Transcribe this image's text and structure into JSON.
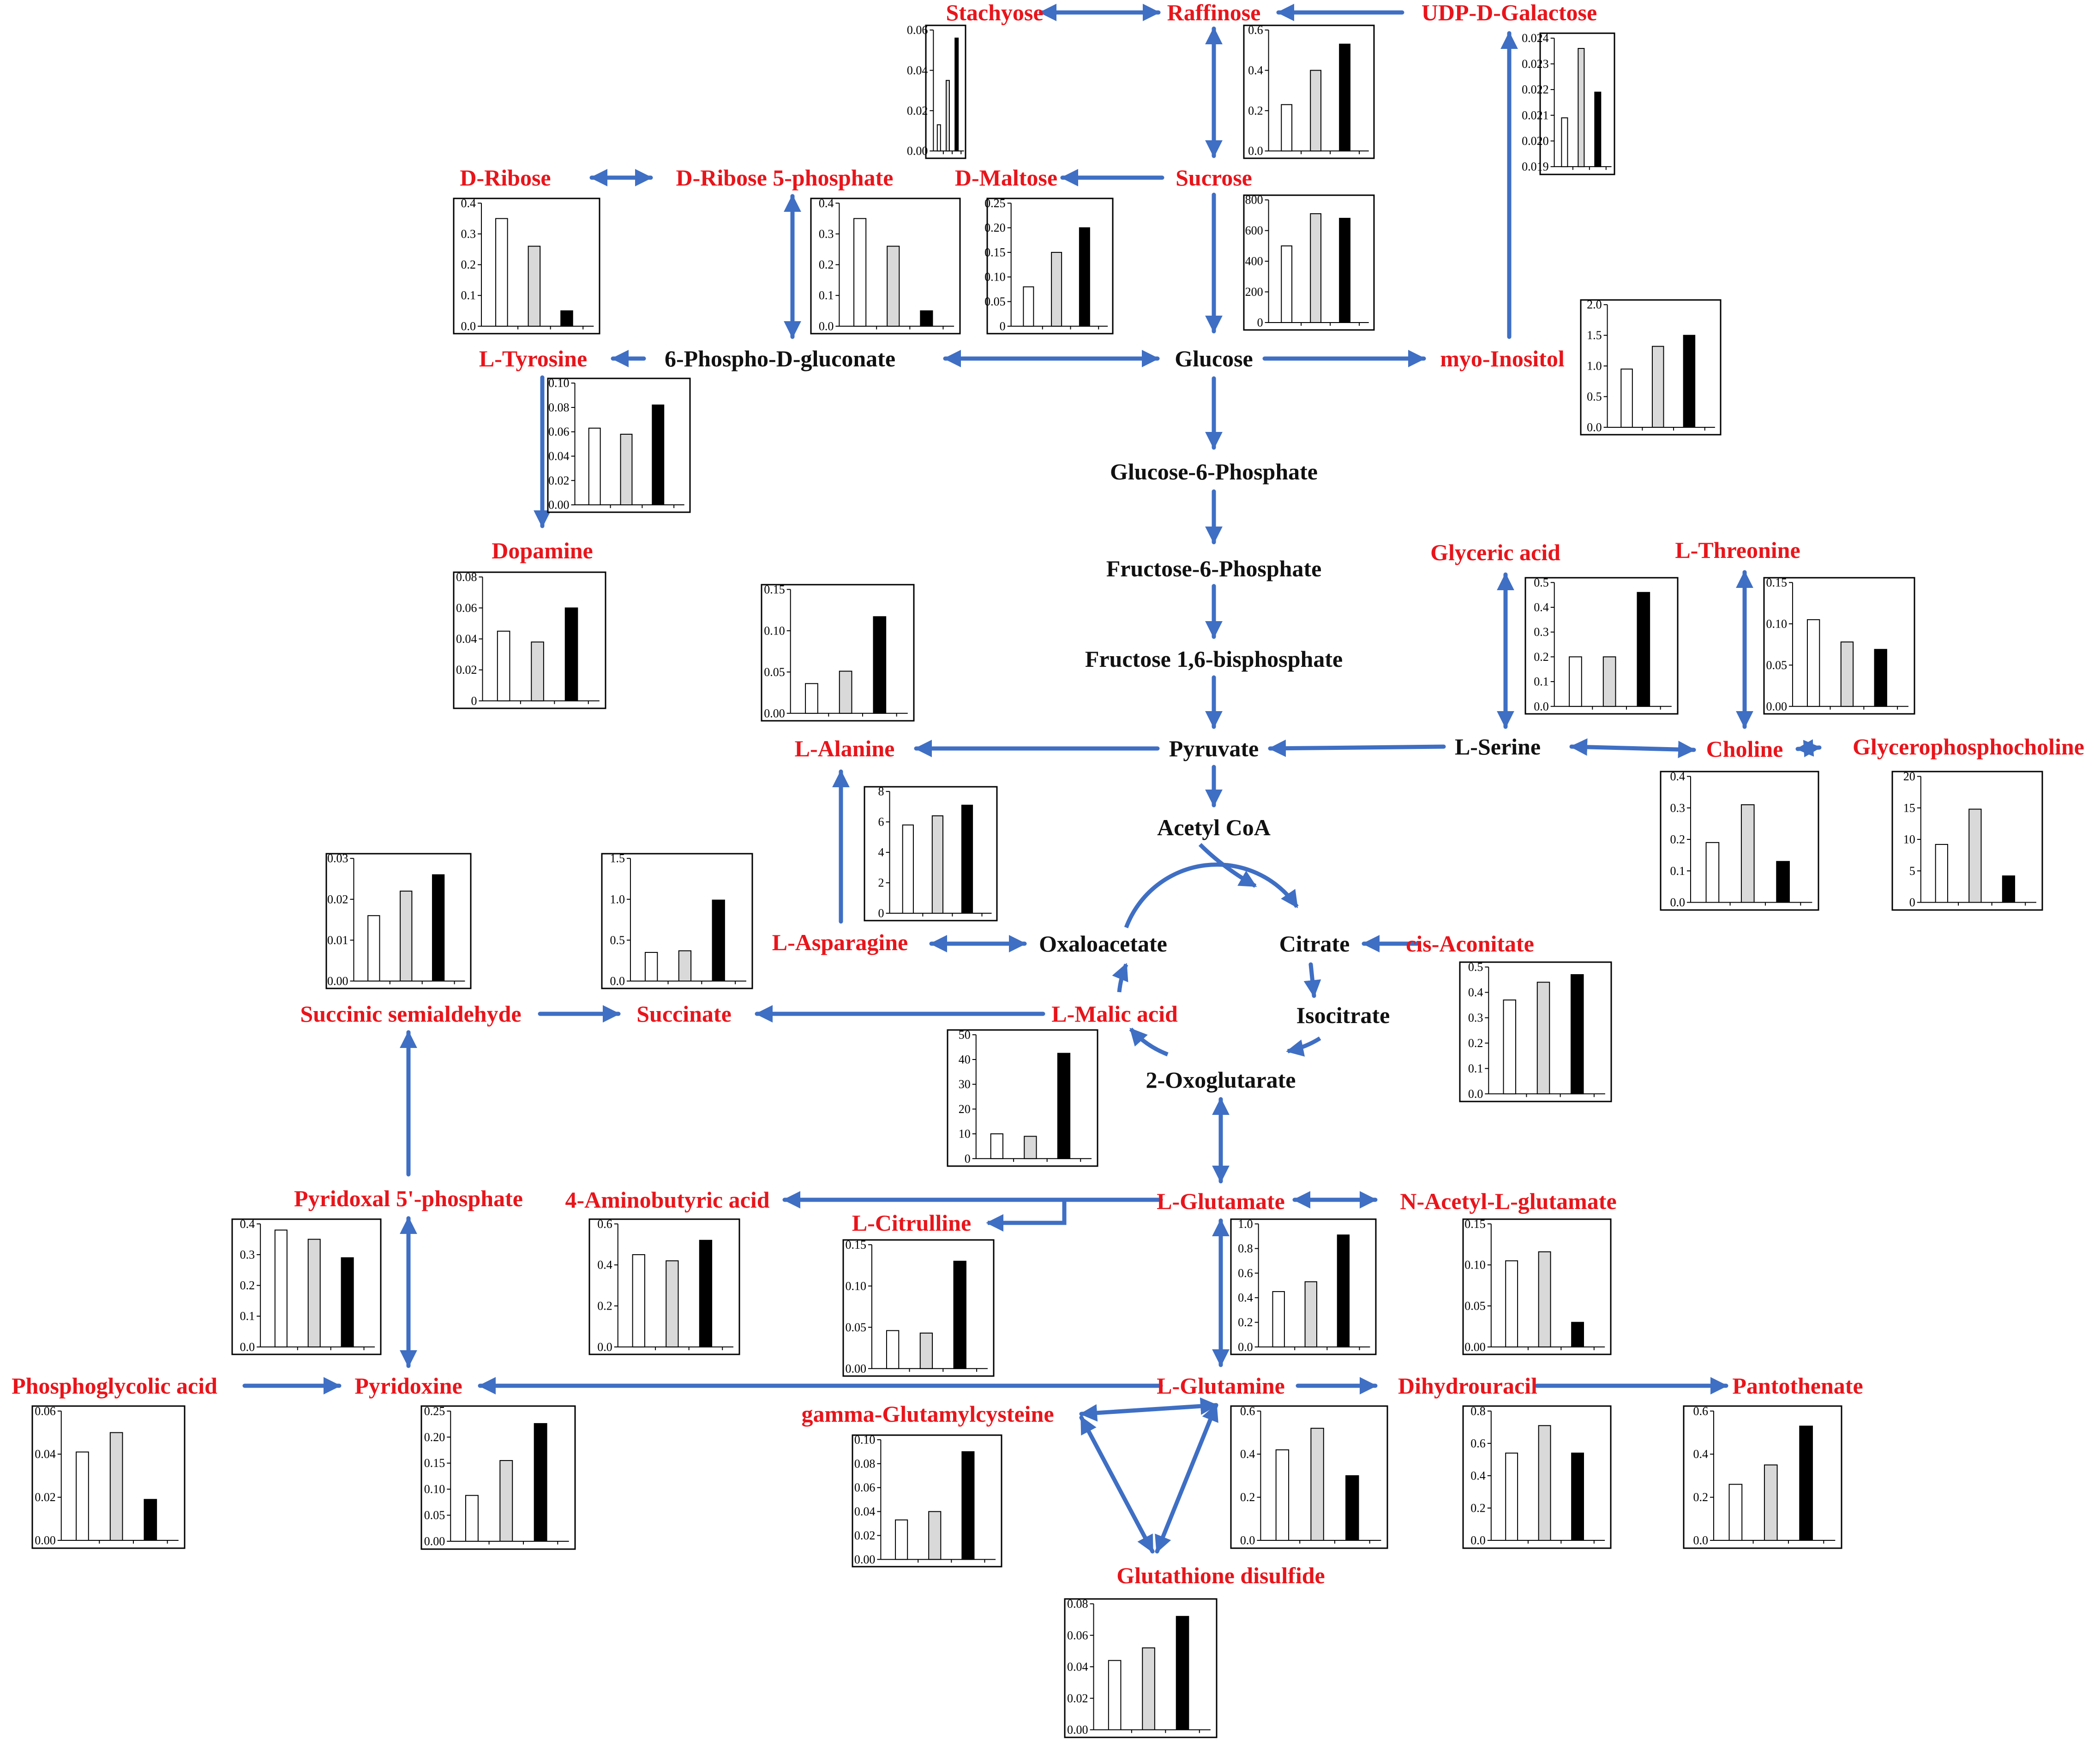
{
  "colors": {
    "highlight": "#e8151b",
    "normal": "#111111",
    "arrow": "#3f6fc4",
    "bar_fills": [
      "#ffffff",
      "#d9d9d9",
      "#000000"
    ]
  },
  "nodes": [
    {
      "id": "stachyose",
      "label": "Stachyose",
      "highlight": true
    },
    {
      "id": "raffinose",
      "label": "Raffinose",
      "highlight": true
    },
    {
      "id": "udp_galactose",
      "label": "UDP-D-Galactose",
      "highlight": true
    },
    {
      "id": "d_ribose",
      "label": "D-Ribose",
      "highlight": true
    },
    {
      "id": "d_ribose5p",
      "label": "D-Ribose 5-phosphate",
      "highlight": true
    },
    {
      "id": "d_maltose",
      "label": "D-Maltose",
      "highlight": true
    },
    {
      "id": "sucrose",
      "label": "Sucrose",
      "highlight": true
    },
    {
      "id": "l_tyrosine",
      "label": "L-Tyrosine",
      "highlight": true
    },
    {
      "id": "phosphogluconate",
      "label": "6-Phospho-D-gluconate",
      "highlight": false
    },
    {
      "id": "glucose",
      "label": "Glucose",
      "highlight": false
    },
    {
      "id": "myo_inositol",
      "label": "myo-Inositol",
      "highlight": true
    },
    {
      "id": "g6p",
      "label": "Glucose-6-Phosphate",
      "highlight": false
    },
    {
      "id": "dopamine",
      "label": "Dopamine",
      "highlight": true
    },
    {
      "id": "f6p",
      "label": "Fructose-6-Phosphate",
      "highlight": false
    },
    {
      "id": "glyceric",
      "label": "Glyceric acid",
      "highlight": true
    },
    {
      "id": "threonine",
      "label": "L-Threonine",
      "highlight": true
    },
    {
      "id": "f16bp",
      "label": "Fructose 1,6-bisphosphate",
      "highlight": false
    },
    {
      "id": "alanine",
      "label": "L-Alanine",
      "highlight": true
    },
    {
      "id": "pyruvate",
      "label": "Pyruvate",
      "highlight": false
    },
    {
      "id": "serine",
      "label": "L-Serine",
      "highlight": false
    },
    {
      "id": "choline",
      "label": "Choline",
      "highlight": true
    },
    {
      "id": "gpc",
      "label": "Glycerophosphocholine",
      "highlight": true
    },
    {
      "id": "acetylcoa",
      "label": "Acetyl CoA",
      "highlight": false
    },
    {
      "id": "asparagine",
      "label": "L-Asparagine",
      "highlight": true
    },
    {
      "id": "oxaloacetate",
      "label": "Oxaloacetate",
      "highlight": false
    },
    {
      "id": "citrate",
      "label": "Citrate",
      "highlight": false
    },
    {
      "id": "cis_aconitate",
      "label": "cis-Aconitate",
      "highlight": true
    },
    {
      "id": "ssa",
      "label": "Succinic semialdehyde",
      "highlight": true
    },
    {
      "id": "succinate",
      "label": "Succinate",
      "highlight": true
    },
    {
      "id": "malic",
      "label": "L-Malic acid",
      "highlight": true
    },
    {
      "id": "isocitrate",
      "label": "Isocitrate",
      "highlight": false
    },
    {
      "id": "oxoglutarate",
      "label": "2-Oxoglutarate",
      "highlight": false
    },
    {
      "id": "plp",
      "label": "Pyridoxal 5'-phosphate",
      "highlight": true
    },
    {
      "id": "gaba",
      "label": "4-Aminobutyric acid",
      "highlight": true
    },
    {
      "id": "glutamate",
      "label": "L-Glutamate",
      "highlight": true
    },
    {
      "id": "nag",
      "label": "N-Acetyl-L-glutamate",
      "highlight": true
    },
    {
      "id": "citrulline",
      "label": "L-Citrulline",
      "highlight": true
    },
    {
      "id": "phosphoglycolic",
      "label": "Phosphoglycolic acid",
      "highlight": true
    },
    {
      "id": "pyridoxine",
      "label": "Pyridoxine",
      "highlight": true
    },
    {
      "id": "glutamine",
      "label": "L-Glutamine",
      "highlight": true
    },
    {
      "id": "dihydrouracil",
      "label": "Dihydrouracil",
      "highlight": true
    },
    {
      "id": "pantothenate",
      "label": "Pantothenate",
      "highlight": true
    },
    {
      "id": "ggc",
      "label": "gamma-Glutamylcysteine",
      "highlight": true
    },
    {
      "id": "gssg",
      "label": "Glutathione disulfide",
      "highlight": true
    }
  ],
  "chart_data": [
    {
      "type": "bar",
      "metabolite": "Stachyose",
      "ticks": [
        "0.00",
        "0.02",
        "0.04",
        "0.06"
      ],
      "ylim": [
        0,
        0.06
      ],
      "values": [
        0.013,
        0.035,
        0.056
      ]
    },
    {
      "type": "bar",
      "metabolite": "Raffinose",
      "ticks": [
        "0.0",
        "0.2",
        "0.4",
        "0.6"
      ],
      "ylim": [
        0,
        0.6
      ],
      "values": [
        0.23,
        0.4,
        0.53
      ]
    },
    {
      "type": "bar",
      "metabolite": "UDP-D-Galactose",
      "ticks": [
        "0.019",
        "0.020",
        "0.021",
        "0.022",
        "0.023",
        "0.024"
      ],
      "ylim": [
        0.019,
        0.024
      ],
      "values": [
        0.0209,
        0.0236,
        0.0219
      ]
    },
    {
      "type": "bar",
      "metabolite": "D-Ribose",
      "ticks": [
        "0.0",
        "0.1",
        "0.2",
        "0.3",
        "0.4"
      ],
      "ylim": [
        0,
        0.4
      ],
      "values": [
        0.35,
        0.26,
        0.05
      ]
    },
    {
      "type": "bar",
      "metabolite": "D-Ribose 5-phosphate",
      "ticks": [
        "0.0",
        "0.1",
        "0.2",
        "0.3",
        "0.4"
      ],
      "ylim": [
        0,
        0.4
      ],
      "values": [
        0.35,
        0.26,
        0.05
      ]
    },
    {
      "type": "bar",
      "metabolite": "D-Maltose",
      "ticks": [
        "0",
        "0.05",
        "0.10",
        "0.15",
        "0.20",
        "0.25"
      ],
      "ylim": [
        0,
        0.25
      ],
      "values": [
        0.08,
        0.15,
        0.2
      ]
    },
    {
      "type": "bar",
      "metabolite": "Sucrose",
      "ticks": [
        "0",
        "200",
        "400",
        "600",
        "800"
      ],
      "ylim": [
        0,
        800
      ],
      "values": [
        500,
        710,
        680
      ]
    },
    {
      "type": "bar",
      "metabolite": "myo-Inositol",
      "ticks": [
        "0.0",
        "0.5",
        "1.0",
        "1.5",
        "2.0"
      ],
      "ylim": [
        0,
        2.0
      ],
      "values": [
        0.95,
        1.32,
        1.5
      ]
    },
    {
      "type": "bar",
      "metabolite": "L-Tyrosine",
      "ticks": [
        "0.00",
        "0.02",
        "0.04",
        "0.06",
        "0.08",
        "0.10"
      ],
      "ylim": [
        0,
        0.1
      ],
      "values": [
        0.063,
        0.058,
        0.082
      ]
    },
    {
      "type": "bar",
      "metabolite": "Dopamine",
      "ticks": [
        "0",
        "0.02",
        "0.04",
        "0.06",
        "0.08"
      ],
      "ylim": [
        0,
        0.08
      ],
      "values": [
        0.045,
        0.038,
        0.06
      ]
    },
    {
      "type": "bar",
      "metabolite": "L-Alanine",
      "ticks": [
        "0.00",
        "0.05",
        "0.10",
        "0.15"
      ],
      "ylim": [
        0,
        0.15
      ],
      "values": [
        0.036,
        0.051,
        0.117
      ]
    },
    {
      "type": "bar",
      "metabolite": "Glyceric acid",
      "ticks": [
        "0.0",
        "0.1",
        "0.2",
        "0.3",
        "0.4",
        "0.5"
      ],
      "ylim": [
        0,
        0.5
      ],
      "values": [
        0.2,
        0.2,
        0.46
      ]
    },
    {
      "type": "bar",
      "metabolite": "L-Threonine",
      "ticks": [
        "0.00",
        "0.05",
        "0.10",
        "0.15"
      ],
      "ylim": [
        0,
        0.15
      ],
      "values": [
        0.105,
        0.078,
        0.069
      ]
    },
    {
      "type": "bar",
      "metabolite": "L-Asparagine",
      "ticks": [
        "0",
        "2",
        "4",
        "6",
        "8"
      ],
      "ylim": [
        0,
        8
      ],
      "values": [
        5.8,
        6.4,
        7.1
      ]
    },
    {
      "type": "bar",
      "metabolite": "Choline",
      "ticks": [
        "0.0",
        "0.1",
        "0.2",
        "0.3",
        "0.4"
      ],
      "ylim": [
        0,
        0.4
      ],
      "values": [
        0.19,
        0.31,
        0.13
      ]
    },
    {
      "type": "bar",
      "metabolite": "Glycerophosphocholine",
      "ticks": [
        "0",
        "5",
        "10",
        "15",
        "20"
      ],
      "ylim": [
        0,
        20
      ],
      "values": [
        9.2,
        14.8,
        4.2
      ]
    },
    {
      "type": "bar",
      "metabolite": "Succinic semialdehyde",
      "ticks": [
        "0.00",
        "0.01",
        "0.02",
        "0.03"
      ],
      "ylim": [
        0,
        0.03
      ],
      "values": [
        0.016,
        0.022,
        0.026
      ]
    },
    {
      "type": "bar",
      "metabolite": "Succinate",
      "ticks": [
        "0.0",
        "0.5",
        "1.0",
        "1.5"
      ],
      "ylim": [
        0,
        1.5
      ],
      "values": [
        0.35,
        0.37,
        0.99
      ]
    },
    {
      "type": "bar",
      "metabolite": "cis-Aconitate",
      "ticks": [
        "0.0",
        "0.1",
        "0.2",
        "0.3",
        "0.4",
        "0.5"
      ],
      "ylim": [
        0,
        0.5
      ],
      "values": [
        0.37,
        0.44,
        0.47
      ]
    },
    {
      "type": "bar",
      "metabolite": "L-Malic acid",
      "ticks": [
        "0",
        "10",
        "20",
        "30",
        "40",
        "50"
      ],
      "ylim": [
        0,
        50
      ],
      "values": [
        10,
        9,
        42.5
      ]
    },
    {
      "type": "bar",
      "metabolite": "Pyridoxal 5'-phosphate",
      "ticks": [
        "0.0",
        "0.1",
        "0.2",
        "0.3",
        "0.4"
      ],
      "ylim": [
        0,
        0.4
      ],
      "values": [
        0.38,
        0.35,
        0.29
      ]
    },
    {
      "type": "bar",
      "metabolite": "4-Aminobutyric acid",
      "ticks": [
        "0.0",
        "0.2",
        "0.4",
        "0.6"
      ],
      "ylim": [
        0,
        0.6
      ],
      "values": [
        0.45,
        0.42,
        0.52
      ]
    },
    {
      "type": "bar",
      "metabolite": "L-Citrulline",
      "ticks": [
        "0.00",
        "0.05",
        "0.10",
        "0.15"
      ],
      "ylim": [
        0,
        0.15
      ],
      "values": [
        0.046,
        0.043,
        0.13
      ]
    },
    {
      "type": "bar",
      "metabolite": "L-Glutamate",
      "ticks": [
        "0.0",
        "0.2",
        "0.4",
        "0.6",
        "0.8",
        "1.0"
      ],
      "ylim": [
        0,
        1.0
      ],
      "values": [
        0.45,
        0.53,
        0.91
      ]
    },
    {
      "type": "bar",
      "metabolite": "N-Acetyl-L-glutamate",
      "ticks": [
        "0.00",
        "0.05",
        "0.10",
        "0.15"
      ],
      "ylim": [
        0,
        0.15
      ],
      "values": [
        0.105,
        0.116,
        0.03
      ]
    },
    {
      "type": "bar",
      "metabolite": "Phosphoglycolic acid",
      "ticks": [
        "0.00",
        "0.02",
        "0.04",
        "0.06"
      ],
      "ylim": [
        0,
        0.06
      ],
      "values": [
        0.041,
        0.05,
        0.019
      ]
    },
    {
      "type": "bar",
      "metabolite": "Pyridoxine",
      "ticks": [
        "0.00",
        "0.05",
        "0.10",
        "0.15",
        "0.20",
        "0.25"
      ],
      "ylim": [
        0,
        0.25
      ],
      "values": [
        0.088,
        0.155,
        0.226
      ]
    },
    {
      "type": "bar",
      "metabolite": "gamma-Glutamylcysteine",
      "ticks": [
        "0.00",
        "0.02",
        "0.04",
        "0.06",
        "0.08",
        "0.10"
      ],
      "ylim": [
        0,
        0.1
      ],
      "values": [
        0.033,
        0.04,
        0.09
      ]
    },
    {
      "type": "bar",
      "metabolite": "L-Glutamine",
      "ticks": [
        "0.0",
        "0.2",
        "0.4",
        "0.6"
      ],
      "ylim": [
        0,
        0.6
      ],
      "values": [
        0.42,
        0.52,
        0.3
      ]
    },
    {
      "type": "bar",
      "metabolite": "Dihydrouracil",
      "ticks": [
        "0.0",
        "0.2",
        "0.4",
        "0.6",
        "0.8"
      ],
      "ylim": [
        0,
        0.8
      ],
      "values": [
        0.54,
        0.71,
        0.54
      ]
    },
    {
      "type": "bar",
      "metabolite": "Pantothenate",
      "ticks": [
        "0.0",
        "0.2",
        "0.4",
        "0.6"
      ],
      "ylim": [
        0,
        0.6
      ],
      "values": [
        0.26,
        0.35,
        0.53
      ]
    },
    {
      "type": "bar",
      "metabolite": "Glutathione disulfide",
      "ticks": [
        "0.00",
        "0.02",
        "0.04",
        "0.06",
        "0.08"
      ],
      "ylim": [
        0,
        0.08
      ],
      "values": [
        0.044,
        0.052,
        0.072
      ]
    }
  ]
}
